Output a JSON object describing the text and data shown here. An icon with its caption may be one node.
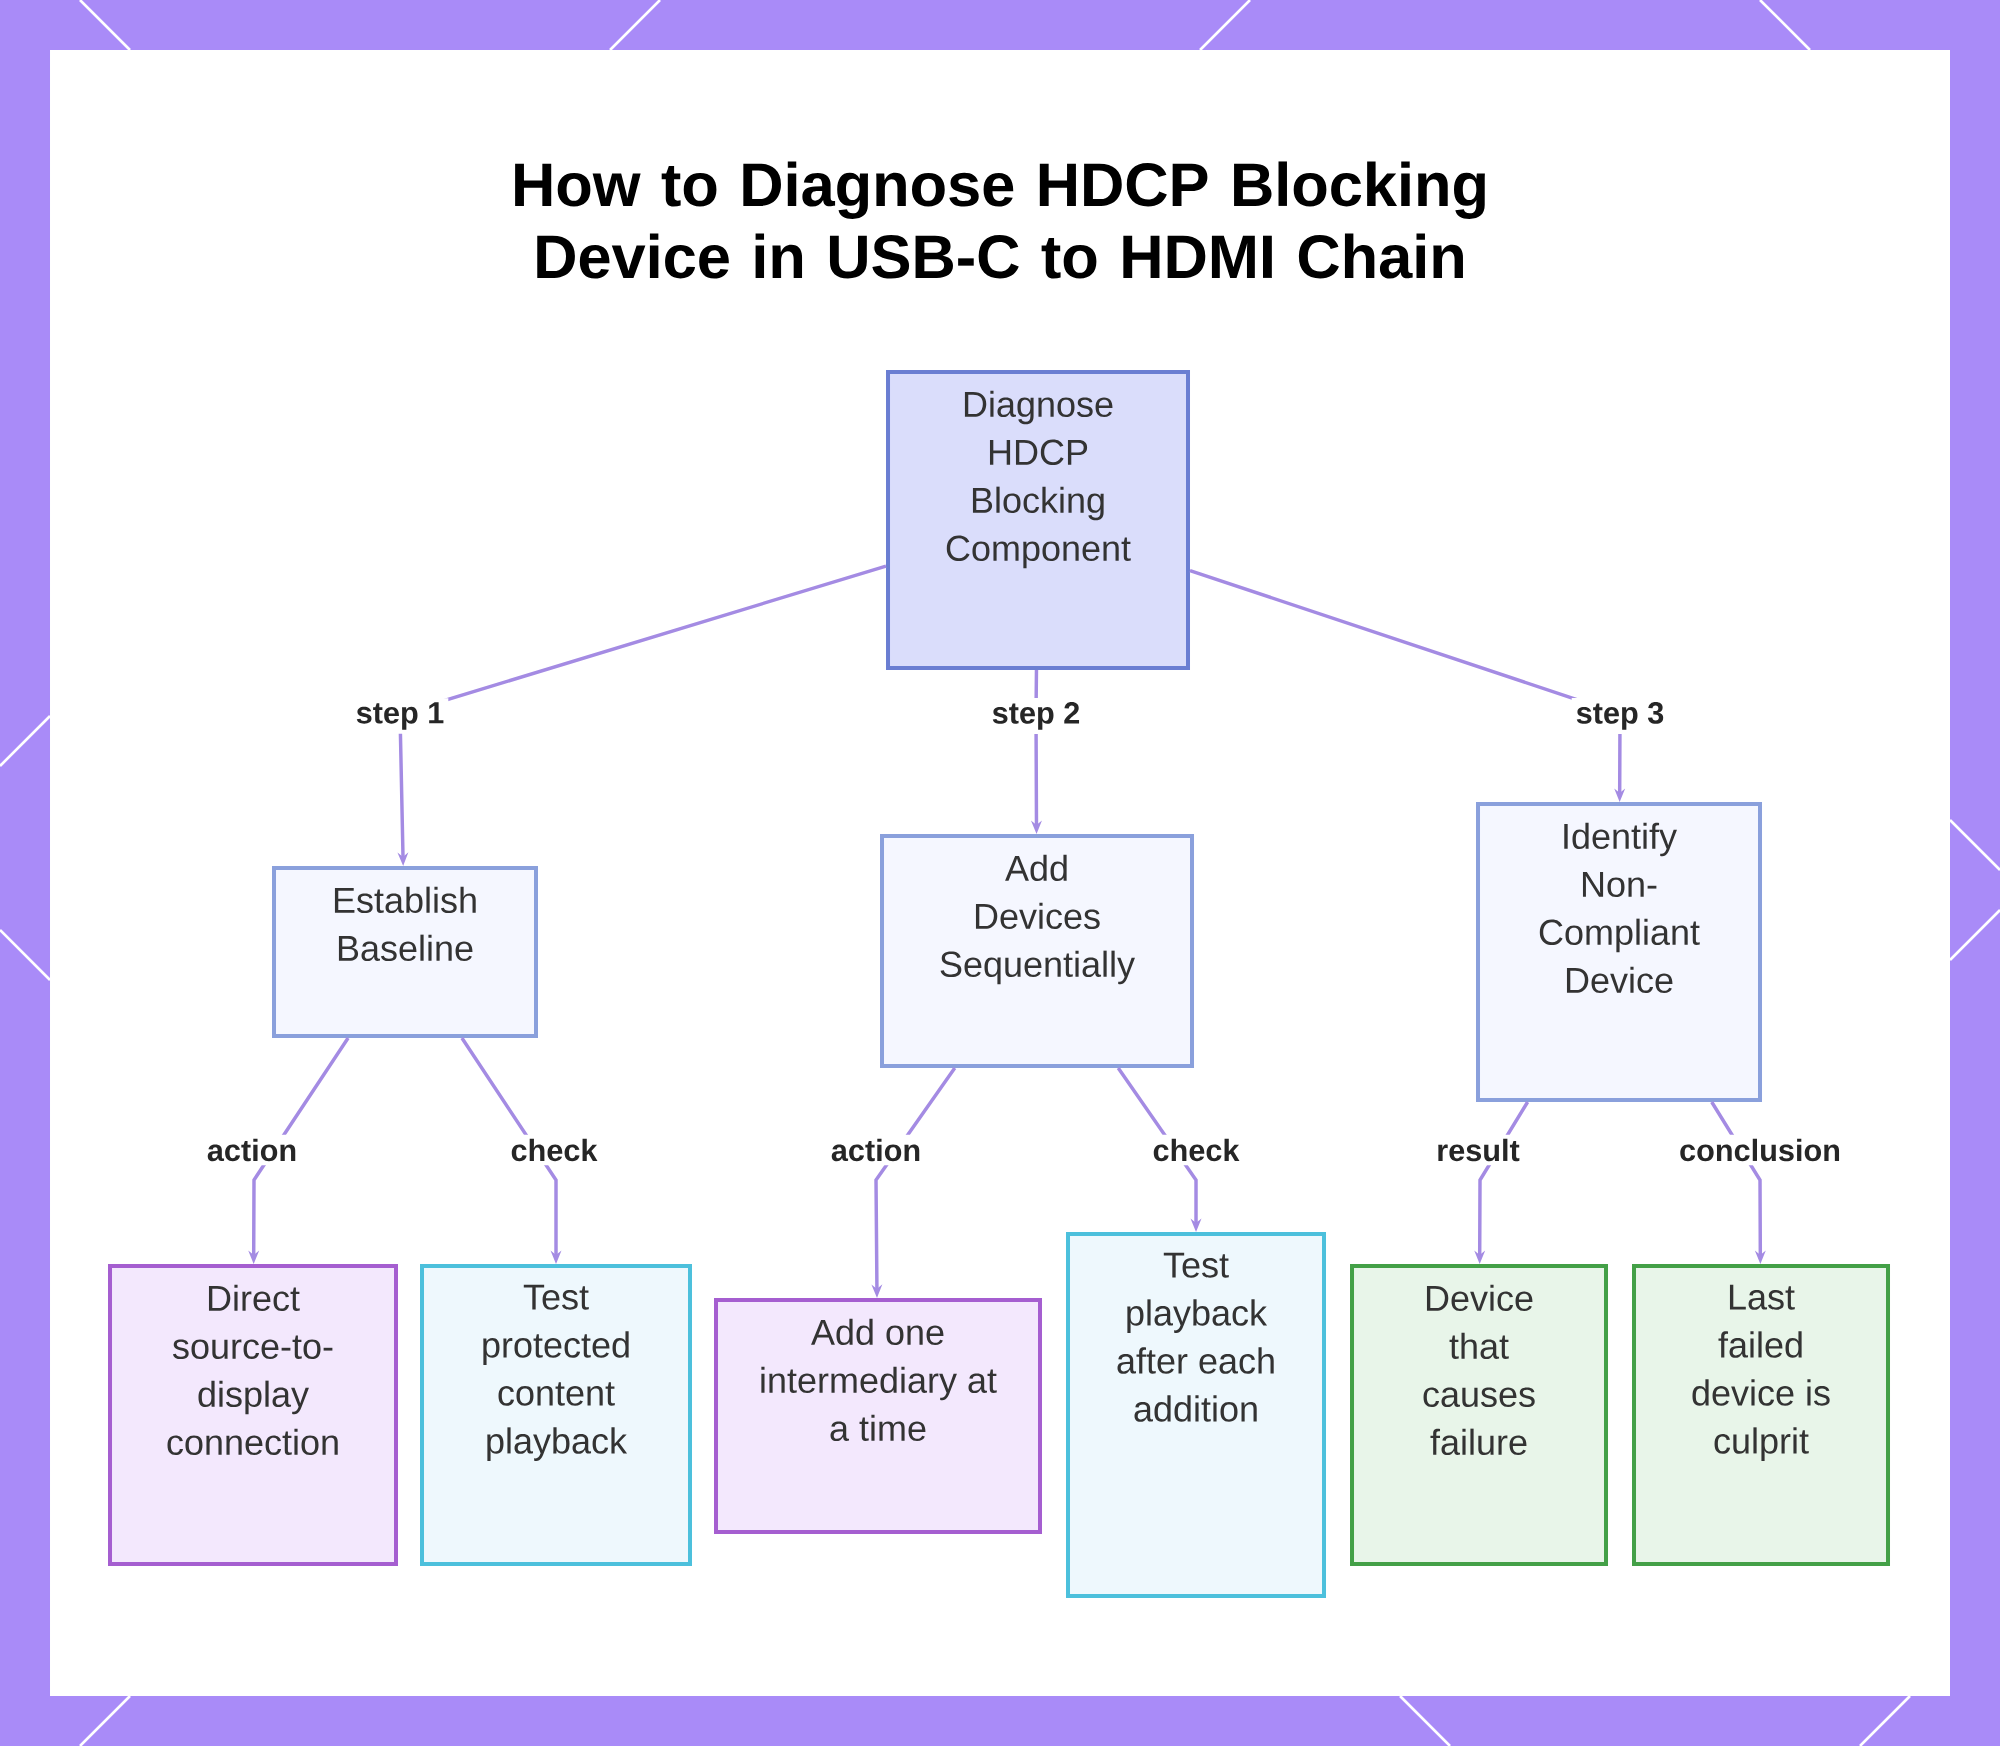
{
  "diagram": {
    "title": "How to Diagnose HDCP Blocking Device in USB-C to HDMI Chain",
    "nodes": [
      {
        "text": [
          "Diagnose HDCP Blocking Component"
        ]
      },
      {
        "text": [
          "Establish Baseline"
        ]
      },
      {
        "text": [
          "Add Devices Sequentially"
        ]
      },
      {
        "text": [
          "Identify Non-Compliant Device"
        ]
      },
      {
        "text": [
          "Direct source-to-display connection"
        ]
      },
      {
        "text": [
          "Test protected content playback"
        ]
      },
      {
        "text": [
          "Add one intermediary at a time"
        ]
      },
      {
        "text": [
          "Test playback after each addition"
        ]
      },
      {
        "text": [
          "Device that causes failure"
        ]
      },
      {
        "text": [
          "Last failed device is culprit"
        ]
      }
    ],
    "edges": [
      {
        "from": 0,
        "to": 1,
        "arrow": "to",
        "label": "step 1"
      },
      {
        "from": 0,
        "to": 2,
        "arrow": "to",
        "label": "step 2"
      },
      {
        "from": 0,
        "to": 3,
        "arrow": "to",
        "label": "step 3"
      },
      {
        "from": 1,
        "to": 4,
        "arrow": "to",
        "label": "action"
      },
      {
        "from": 1,
        "to": 5,
        "arrow": "to",
        "label": "check"
      },
      {
        "from": 2,
        "to": 6,
        "arrow": "to",
        "label": "action"
      },
      {
        "from": 2,
        "to": 7,
        "arrow": "to",
        "label": "check"
      },
      {
        "from": 3,
        "to": 8,
        "arrow": "to",
        "label": "result"
      },
      {
        "from": 3,
        "to": 9,
        "arrow": "to",
        "label": "conclusion"
      }
    ]
  }
}
